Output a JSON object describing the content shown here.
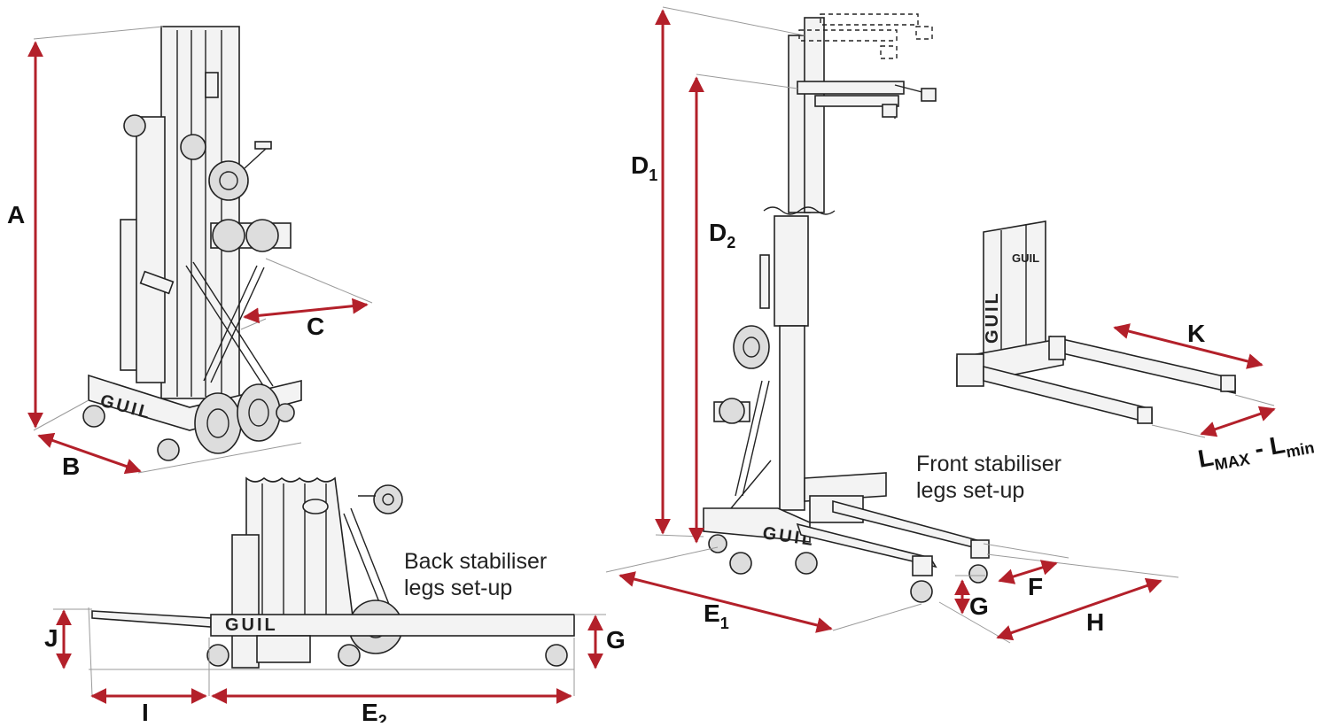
{
  "labels": {
    "A": "A",
    "B": "B",
    "C": "C",
    "D1": "D",
    "D1_sub": "1",
    "D2": "D",
    "D2_sub": "2",
    "E1": "E",
    "E1_sub": "1",
    "E2": "E",
    "E2_sub": "2",
    "F": "F",
    "G_front": "G",
    "G_back": "G",
    "H": "H",
    "I": "I",
    "J": "J",
    "K": "K",
    "L": "L",
    "L_max_sub": "MAX",
    "L_dash": " - L",
    "L_min_sub": "min"
  },
  "captions": {
    "front_line1": "Front stabiliser",
    "front_line2": "legs set-up",
    "back_line1": "Back stabiliser",
    "back_line2": "legs set-up"
  },
  "logo_text": "GUIL",
  "colors": {
    "dimension": "#b3202a",
    "ink": "#222222",
    "leader": "#9a9a9a"
  }
}
